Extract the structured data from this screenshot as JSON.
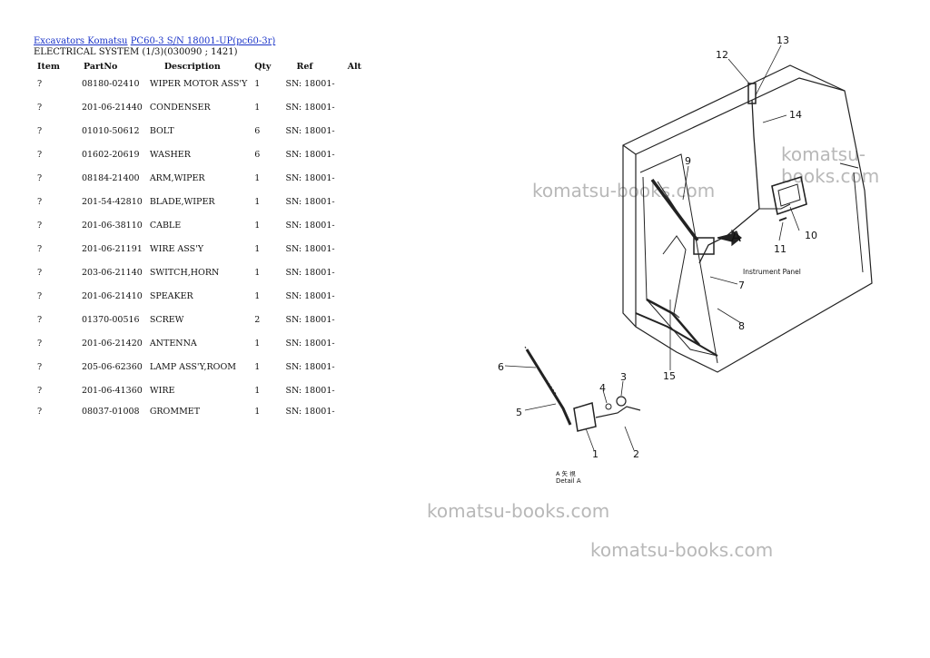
{
  "breadcrumb": {
    "link1": "Excavators Komatsu",
    "link2": "PC60-3 S/N 18001-UP(pc60-3r)"
  },
  "section_title": "ELECTRICAL SYSTEM (1/3)(030090 ; 1421)",
  "columns": [
    "Item",
    "PartNo",
    "Description",
    "Qty",
    "Ref",
    "Alt"
  ],
  "parts": [
    {
      "item": "?",
      "partno": "08180-02410",
      "desc": "WIPER MOTOR ASS'Y",
      "qty": "1",
      "ref": "SN: 18001-"
    },
    {
      "item": "?",
      "partno": "201-06-21440",
      "desc": "CONDENSER",
      "qty": "1",
      "ref": "SN: 18001-"
    },
    {
      "item": "?",
      "partno": "01010-50612",
      "desc": "BOLT",
      "qty": "6",
      "ref": "SN: 18001-"
    },
    {
      "item": "?",
      "partno": "01602-20619",
      "desc": "WASHER",
      "qty": "6",
      "ref": "SN: 18001-"
    },
    {
      "item": "?",
      "partno": "08184-21400",
      "desc": "ARM,WIPER",
      "qty": "1",
      "ref": "SN: 18001-"
    },
    {
      "item": "?",
      "partno": "201-54-42810",
      "desc": "BLADE,WIPER",
      "qty": "1",
      "ref": "SN: 18001-"
    },
    {
      "item": "?",
      "partno": "201-06-38110",
      "desc": "CABLE",
      "qty": "1",
      "ref": "SN: 18001-"
    },
    {
      "item": "?",
      "partno": "201-06-21191",
      "desc": "WIRE ASS'Y",
      "qty": "1",
      "ref": "SN: 18001-"
    },
    {
      "item": "?",
      "partno": "203-06-21140",
      "desc": "SWITCH,HORN",
      "qty": "1",
      "ref": "SN: 18001-"
    },
    {
      "item": "?",
      "partno": "201-06-21410",
      "desc": "SPEAKER",
      "qty": "1",
      "ref": "SN: 18001-"
    },
    {
      "item": "?",
      "partno": "01370-00516",
      "desc": "SCREW",
      "qty": "2",
      "ref": "SN: 18001-"
    },
    {
      "item": "?",
      "partno": "201-06-21420",
      "desc": "ANTENNA",
      "qty": "1",
      "ref": "SN: 18001-"
    },
    {
      "item": "?",
      "partno": "205-06-62360",
      "desc": "LAMP ASS'Y,ROOM",
      "qty": "1",
      "ref": "SN: 18001-"
    },
    {
      "item": "?",
      "partno": "201-06-41360",
      "desc": "WIRE",
      "qty": "1",
      "ref": "SN: 18001-"
    },
    {
      "item": "?",
      "partno": "08037-01008",
      "desc": "GROMMET",
      "qty": "1",
      "ref": "SN: 18001-"
    }
  ],
  "watermark": "komatsu-books.com",
  "diagram": {
    "callouts": [
      "1",
      "2",
      "3",
      "4",
      "5",
      "6",
      "7",
      "8",
      "9",
      "10",
      "11",
      "12",
      "13",
      "14",
      "15"
    ],
    "arrow_label": "A",
    "panel_label": "Instrument Panel",
    "detail_label": "Detail A",
    "detail_view": "A 矢 視"
  }
}
